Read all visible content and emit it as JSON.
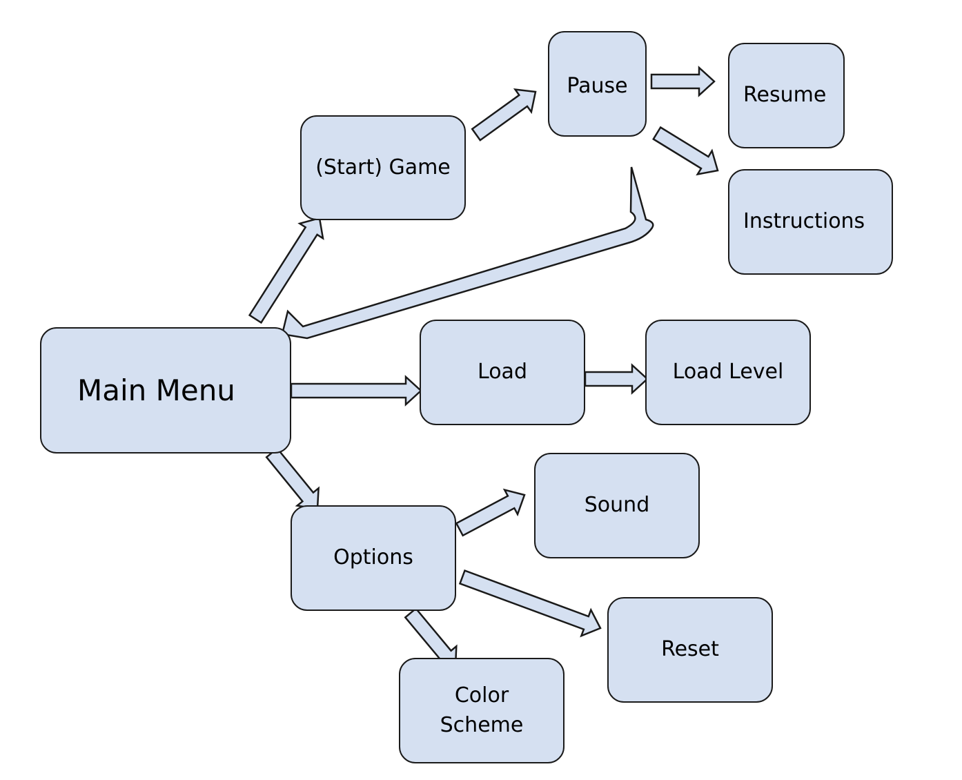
{
  "diagram": {
    "colors": {
      "box_fill": "#d5e0f1",
      "outline": "#1a1a1a",
      "text": "#000000"
    },
    "nodes": {
      "main_menu": "Main Menu",
      "start_game": "(Start) Game",
      "pause": "Pause",
      "resume": "Resume",
      "instructions": "Instructions",
      "load": "Load",
      "load_level": "Load Level",
      "options": "Options",
      "sound": "Sound",
      "reset": "Reset",
      "color_scheme": "Color\nScheme"
    },
    "edges": [
      {
        "from": "main_menu",
        "to": "start_game"
      },
      {
        "from": "start_game",
        "to": "pause"
      },
      {
        "from": "pause",
        "to": "resume"
      },
      {
        "from": "pause",
        "to": "instructions"
      },
      {
        "from": "pause",
        "to": "main_menu"
      },
      {
        "from": "main_menu",
        "to": "load"
      },
      {
        "from": "load",
        "to": "load_level"
      },
      {
        "from": "main_menu",
        "to": "options"
      },
      {
        "from": "options",
        "to": "sound"
      },
      {
        "from": "options",
        "to": "reset"
      },
      {
        "from": "options",
        "to": "color_scheme"
      }
    ]
  }
}
